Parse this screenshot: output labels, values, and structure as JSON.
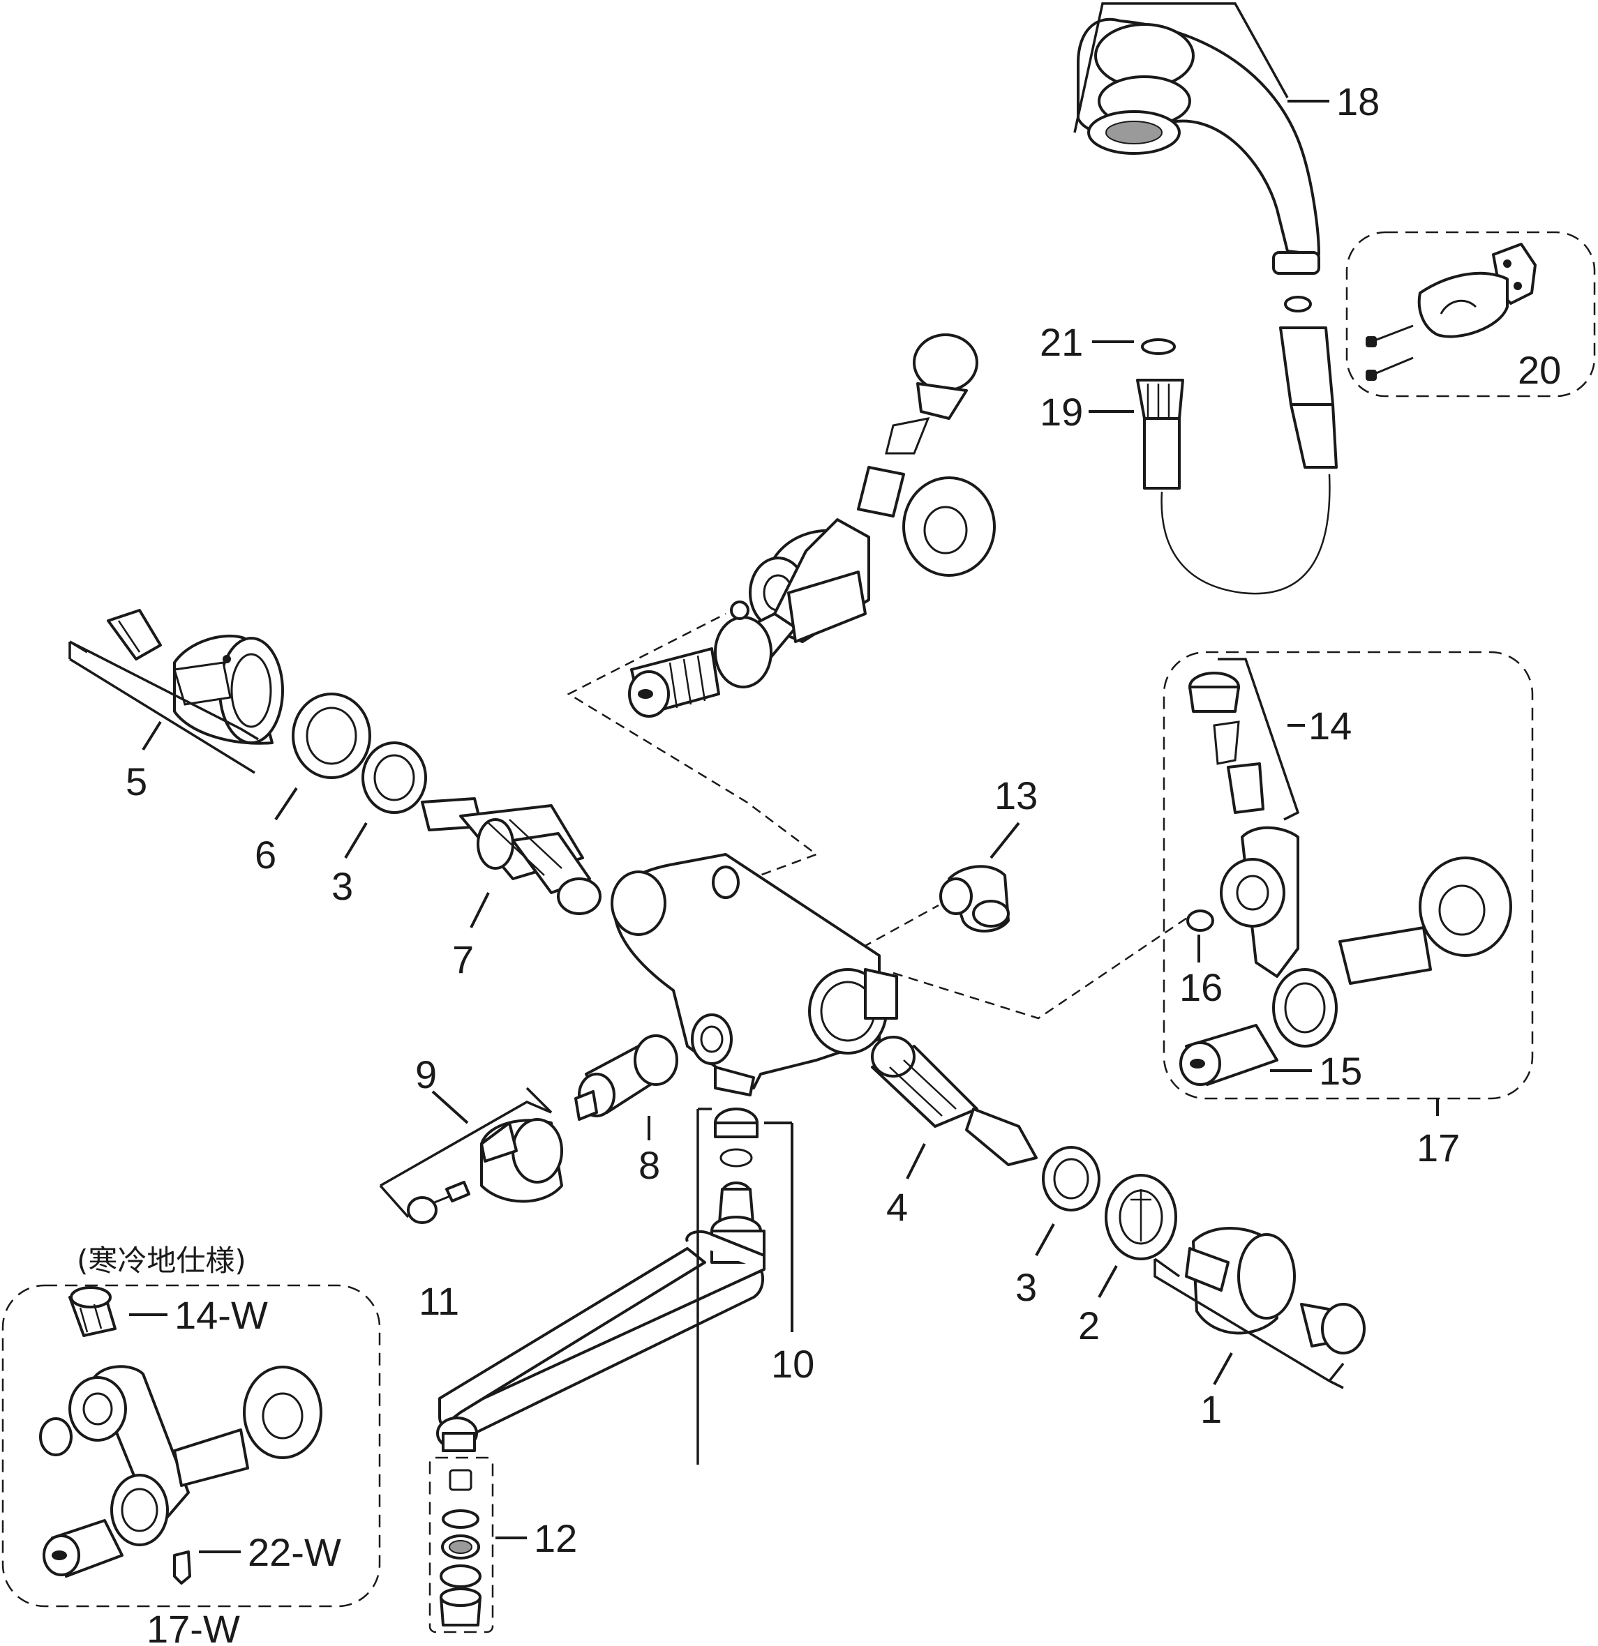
{
  "labels": {
    "p1": "1",
    "p2": "2",
    "p3a": "3",
    "p3b": "3",
    "p4": "4",
    "p5": "5",
    "p6": "6",
    "p7": "7",
    "p8": "8",
    "p9": "9",
    "p10": "10",
    "p11": "11",
    "p12": "12",
    "p13": "13",
    "p14": "14",
    "p14w": "14-W",
    "p15": "15",
    "p16": "16",
    "p17": "17",
    "p17w": "17-W",
    "p18": "18",
    "p19": "19",
    "p20": "20",
    "p21": "21",
    "p22w": "22-W"
  },
  "cold_region_note": "(寒冷地仕様)"
}
